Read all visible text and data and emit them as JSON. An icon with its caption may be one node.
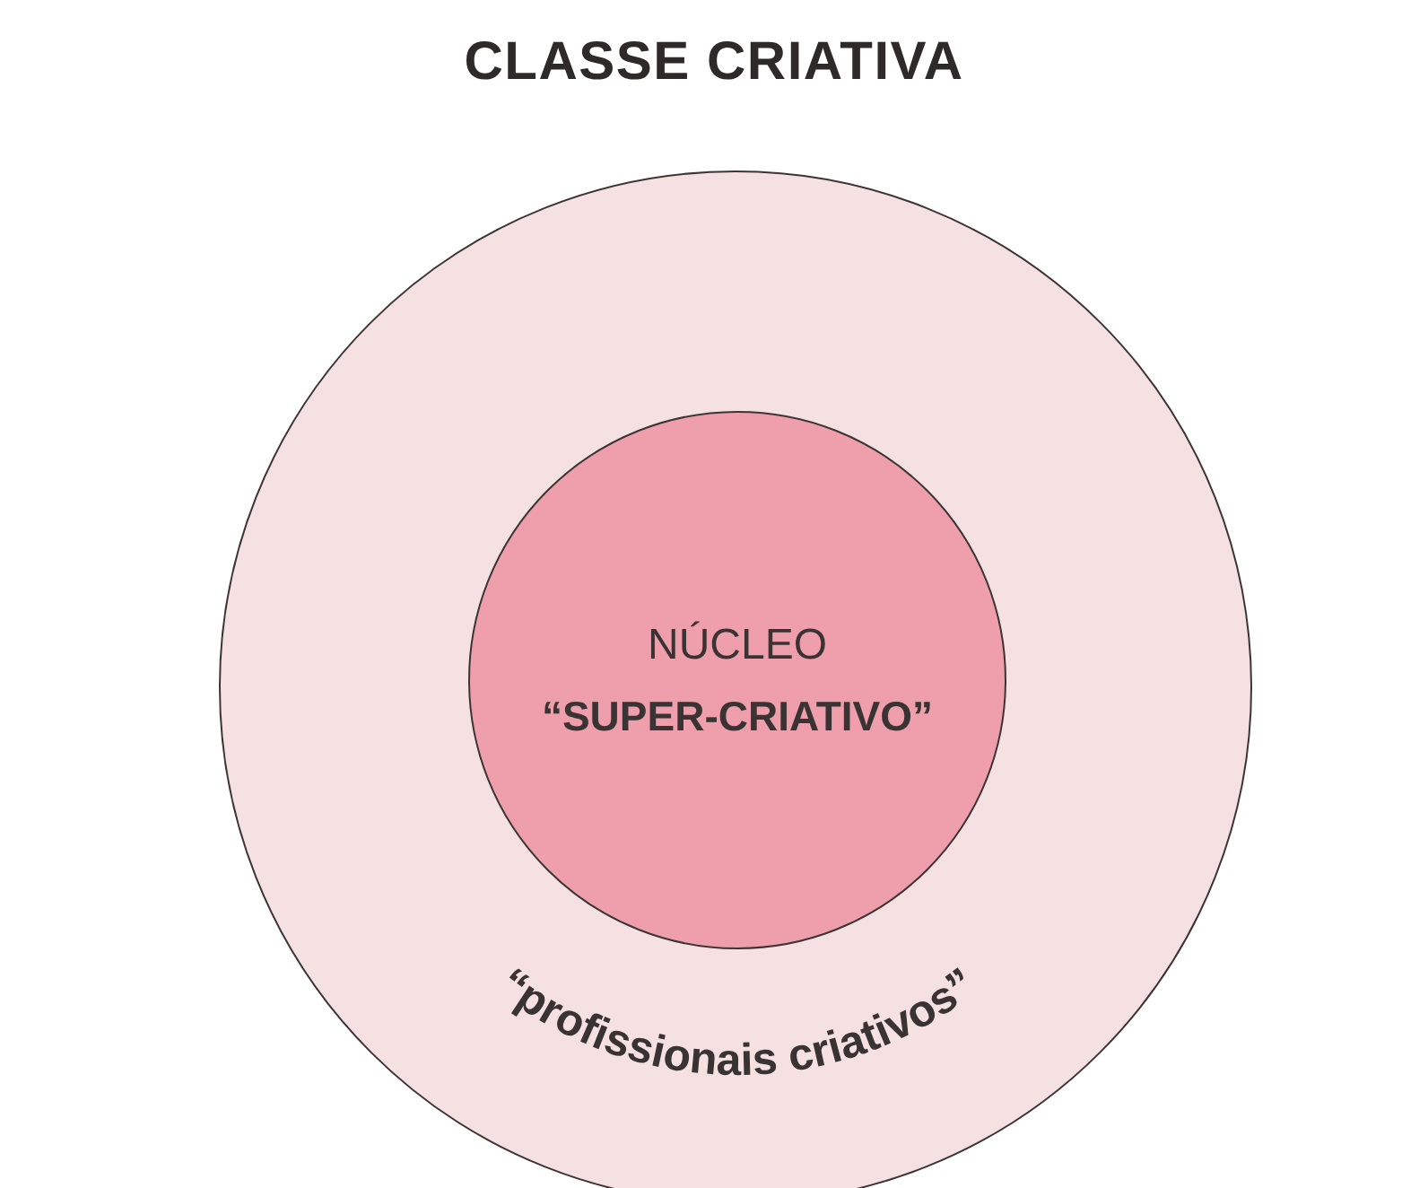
{
  "diagram": {
    "title": "CLASSE CRIATIVA",
    "nodes": [
      {
        "text": [
          "“profissionais criativos”"
        ]
      },
      {
        "text": [
          "NÚCLEO",
          "“SUPER-CRIATIVO”"
        ],
        "in": 0
      }
    ]
  }
}
